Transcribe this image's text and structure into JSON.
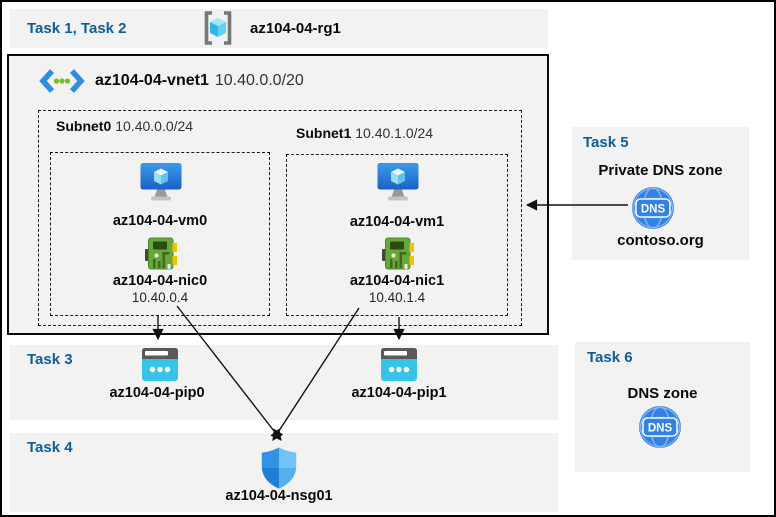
{
  "colors": {
    "task_heading": "#0F5C9A",
    "panel_bg": "#F2F2F2",
    "outline": "#000000",
    "dns_blue": "#3381E3",
    "pip_cyan": "#35C4E8",
    "nic_green": "#66A83C",
    "vm_blue": "#2286DC",
    "nsg_quadrants": [
      "#3392E4",
      "#70C3F6",
      "#1E7FD6",
      "#55B0EE"
    ],
    "vnet_chevron_blue": "#2E8FE2",
    "vnet_dot_green": "#76BC2D"
  },
  "header": {
    "tasks_label": "Task 1, Task 2",
    "resource_group": "az104-04-rg1"
  },
  "vnet": {
    "name": "az104-04-vnet1",
    "cidr": "10.40.0.0/20",
    "subnets": [
      {
        "name": "Subnet0",
        "cidr": "10.40.0.0/24",
        "vm": "az104-04-vm0",
        "nic": "az104-04-nic0",
        "ip": "10.40.0.4"
      },
      {
        "name": "Subnet1",
        "cidr": "10.40.1.0/24",
        "vm": "az104-04-vm1",
        "nic": "az104-04-nic1",
        "ip": "10.40.1.4"
      }
    ]
  },
  "task3": {
    "label": "Task 3",
    "pip0": "az104-04-pip0",
    "pip1": "az104-04-pip1"
  },
  "task4": {
    "label": "Task 4",
    "nsg": "az104-04-nsg01"
  },
  "task5": {
    "label": "Task 5",
    "title": "Private DNS zone",
    "zone": "contoso.org"
  },
  "task6": {
    "label": "Task 6",
    "title": "DNS zone"
  },
  "icons": {
    "dns_label": "DNS",
    "resource_group": "resource-group-icon",
    "virtual_network": "virtual-network-icon",
    "virtual_machine": "virtual-machine-icon",
    "network_interface": "network-interface-icon",
    "public_ip": "public-ip-icon",
    "network_security_group": "nsg-shield-icon",
    "dns_zone": "dns-globe-icon"
  },
  "connections": [
    {
      "from": "az104-04-nic0",
      "to": "az104-04-pip0"
    },
    {
      "from": "az104-04-nic1",
      "to": "az104-04-pip1"
    },
    {
      "from": "az104-04-nic0",
      "to": "az104-04-nsg01"
    },
    {
      "from": "az104-04-nic1",
      "to": "az104-04-nsg01"
    },
    {
      "from": "contoso.org",
      "to": "az104-04-vnet1"
    }
  ]
}
